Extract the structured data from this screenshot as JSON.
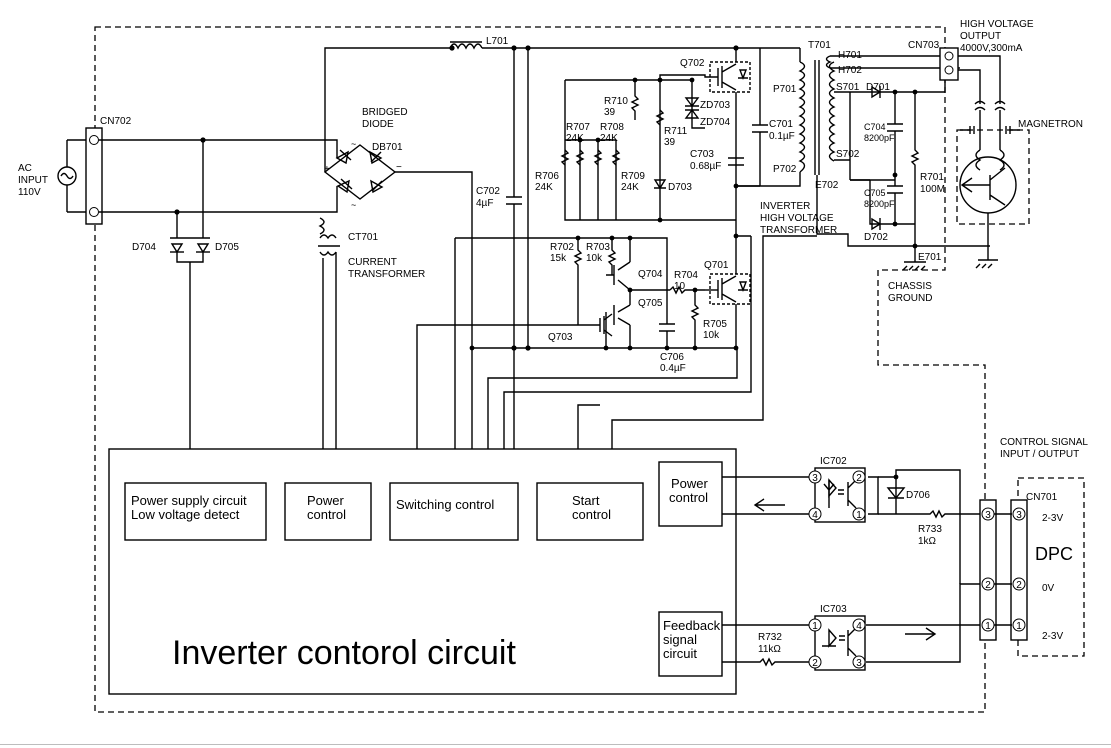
{
  "labels": {
    "ac_input": [
      "AC",
      "INPUT",
      "110V"
    ],
    "cn702": "CN702",
    "bridged_diode": [
      "BRIDGED",
      "DIODE"
    ],
    "db701": "DB701",
    "l701": "L701",
    "ct701": "CT701",
    "current_transformer": [
      "CURRENT",
      "TRANSFORMER"
    ],
    "d704": "D704",
    "d705": "D705",
    "c702": [
      "C702",
      "4µF"
    ],
    "q702": "Q702",
    "r710": [
      "R710",
      "39"
    ],
    "r708": [
      "R708",
      "24K"
    ],
    "r707": [
      "R707",
      "24K"
    ],
    "r711": [
      "R711",
      "39"
    ],
    "zd703": "ZD703",
    "zd704": "ZD704",
    "r706": [
      "R706",
      "24K"
    ],
    "r709": [
      "R709",
      "24K"
    ],
    "d703": "D703",
    "c701": [
      "C701",
      "0.1µF"
    ],
    "c703": [
      "C703",
      "0.68µF"
    ],
    "t701": "T701",
    "p701": "P701",
    "p702": "P702",
    "h701": "H701",
    "h702": "H702",
    "s701": "S701",
    "s702": "S702",
    "e702": "E702",
    "d701": "D701",
    "d702": "D702",
    "c704": [
      "C704",
      "8200pF"
    ],
    "c705": [
      "C705",
      "8200pF"
    ],
    "r701": [
      "R701",
      "100M"
    ],
    "cn703": "CN703",
    "hv_output": [
      "HIGH VOLTAGE",
      "OUTPUT",
      "4000V,300mA"
    ],
    "magnetron": "MAGNETRON",
    "inverter_hvt": [
      "INVERTER",
      "HIGH VOLTAGE",
      "TRANSFORMER"
    ],
    "e701": "E701",
    "chassis_ground": [
      "CHASSIS",
      "GROUND"
    ],
    "r702": [
      "R702",
      "15k"
    ],
    "r703": [
      "R703",
      "10k"
    ],
    "q704": "Q704",
    "q705": "Q705",
    "q703": "Q703",
    "r704": [
      "R704",
      "10"
    ],
    "q701": "Q701",
    "r705": [
      "R705",
      "10k"
    ],
    "c706": [
      "C706",
      "0.4µF"
    ],
    "ic702": "IC702",
    "ic703": "IC703",
    "d706": "D706",
    "r733": [
      "R733",
      "1kΩ"
    ],
    "r732": [
      "R732",
      "11kΩ"
    ],
    "control_signal": [
      "CONTROL SIGNAL",
      "INPUT / OUTPUT"
    ],
    "cn701": "CN701",
    "dpc": "DPC",
    "v_top": "2-3V",
    "v_mid": "0V",
    "v_bot": "2-3V"
  },
  "blocks": {
    "power_supply": [
      "Power supply circuit",
      "Low voltage detect"
    ],
    "power_control_left": [
      "Power",
      "control"
    ],
    "switching_control": "Switching control",
    "start_control": [
      "Start",
      "control"
    ],
    "power_control_right": [
      "Power",
      "control"
    ],
    "feedback": [
      "Feedback",
      "signal",
      "circuit"
    ],
    "inverter_title": "Inverter contorol circuit"
  },
  "pins": {
    "ic702": [
      "3",
      "2",
      "4",
      "1"
    ],
    "ic703": [
      "1",
      "4",
      "2",
      "3"
    ],
    "connector_left": [
      "3",
      "2",
      "1"
    ],
    "connector_right": [
      "3",
      "2",
      "1"
    ]
  }
}
